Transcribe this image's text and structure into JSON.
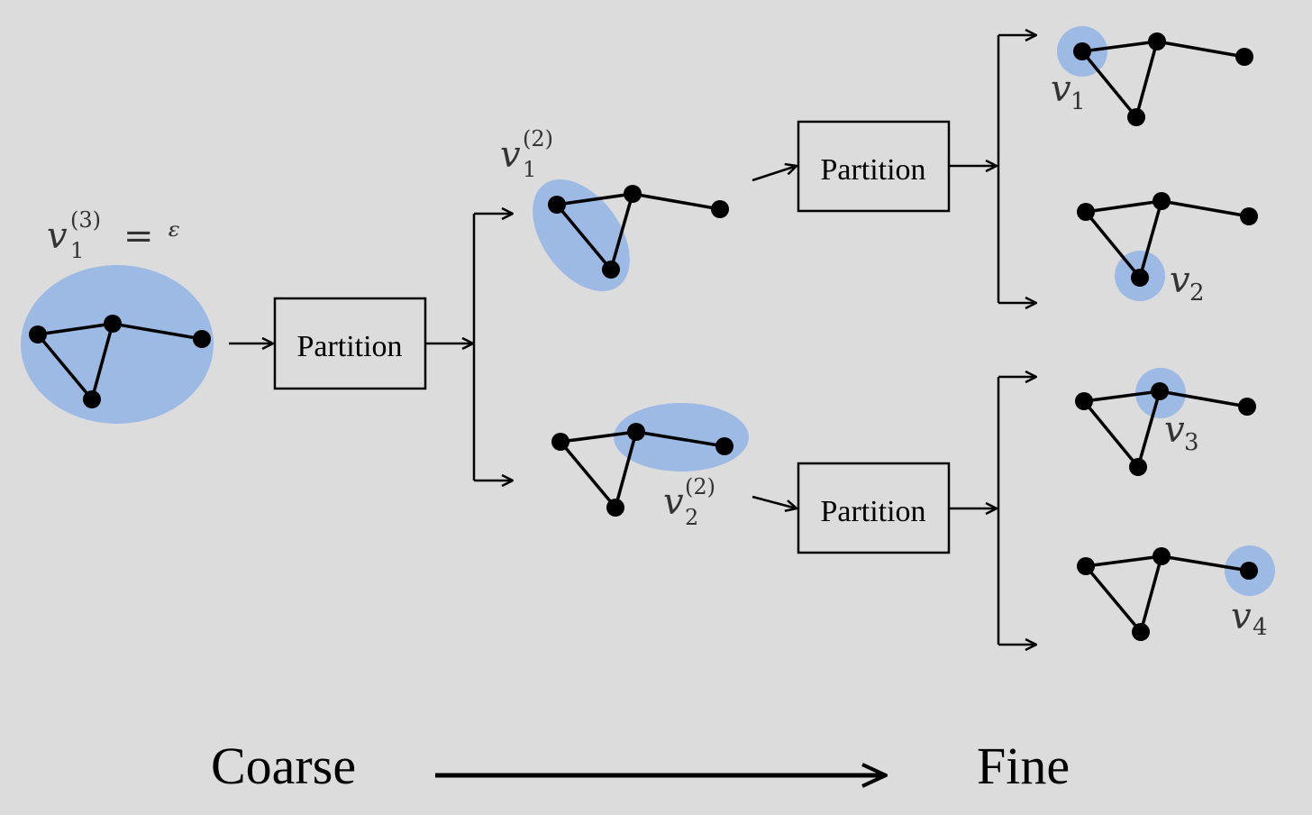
{
  "diagram": {
    "partition_label": "Partition",
    "axis": {
      "left_label": "Coarse",
      "right_label": "Fine"
    },
    "labels": {
      "v1_3": {
        "base": "v",
        "sub": "1",
        "sup": "(3)",
        "rhs": "= ᵋ"
      },
      "v1_2": {
        "base": "v",
        "sub": "1",
        "sup": "(2)"
      },
      "v2_2": {
        "base": "v",
        "sub": "2",
        "sup": "(2)"
      },
      "v1": {
        "base": "v",
        "sub": "1"
      },
      "v2": {
        "base": "v",
        "sub": "2"
      },
      "v3": {
        "base": "v",
        "sub": "3"
      },
      "v4": {
        "base": "v",
        "sub": "4"
      }
    },
    "colors": {
      "background": "#dcdcdc",
      "highlight": "#9dbae4",
      "node": "#000000",
      "edge": "#000000"
    }
  }
}
